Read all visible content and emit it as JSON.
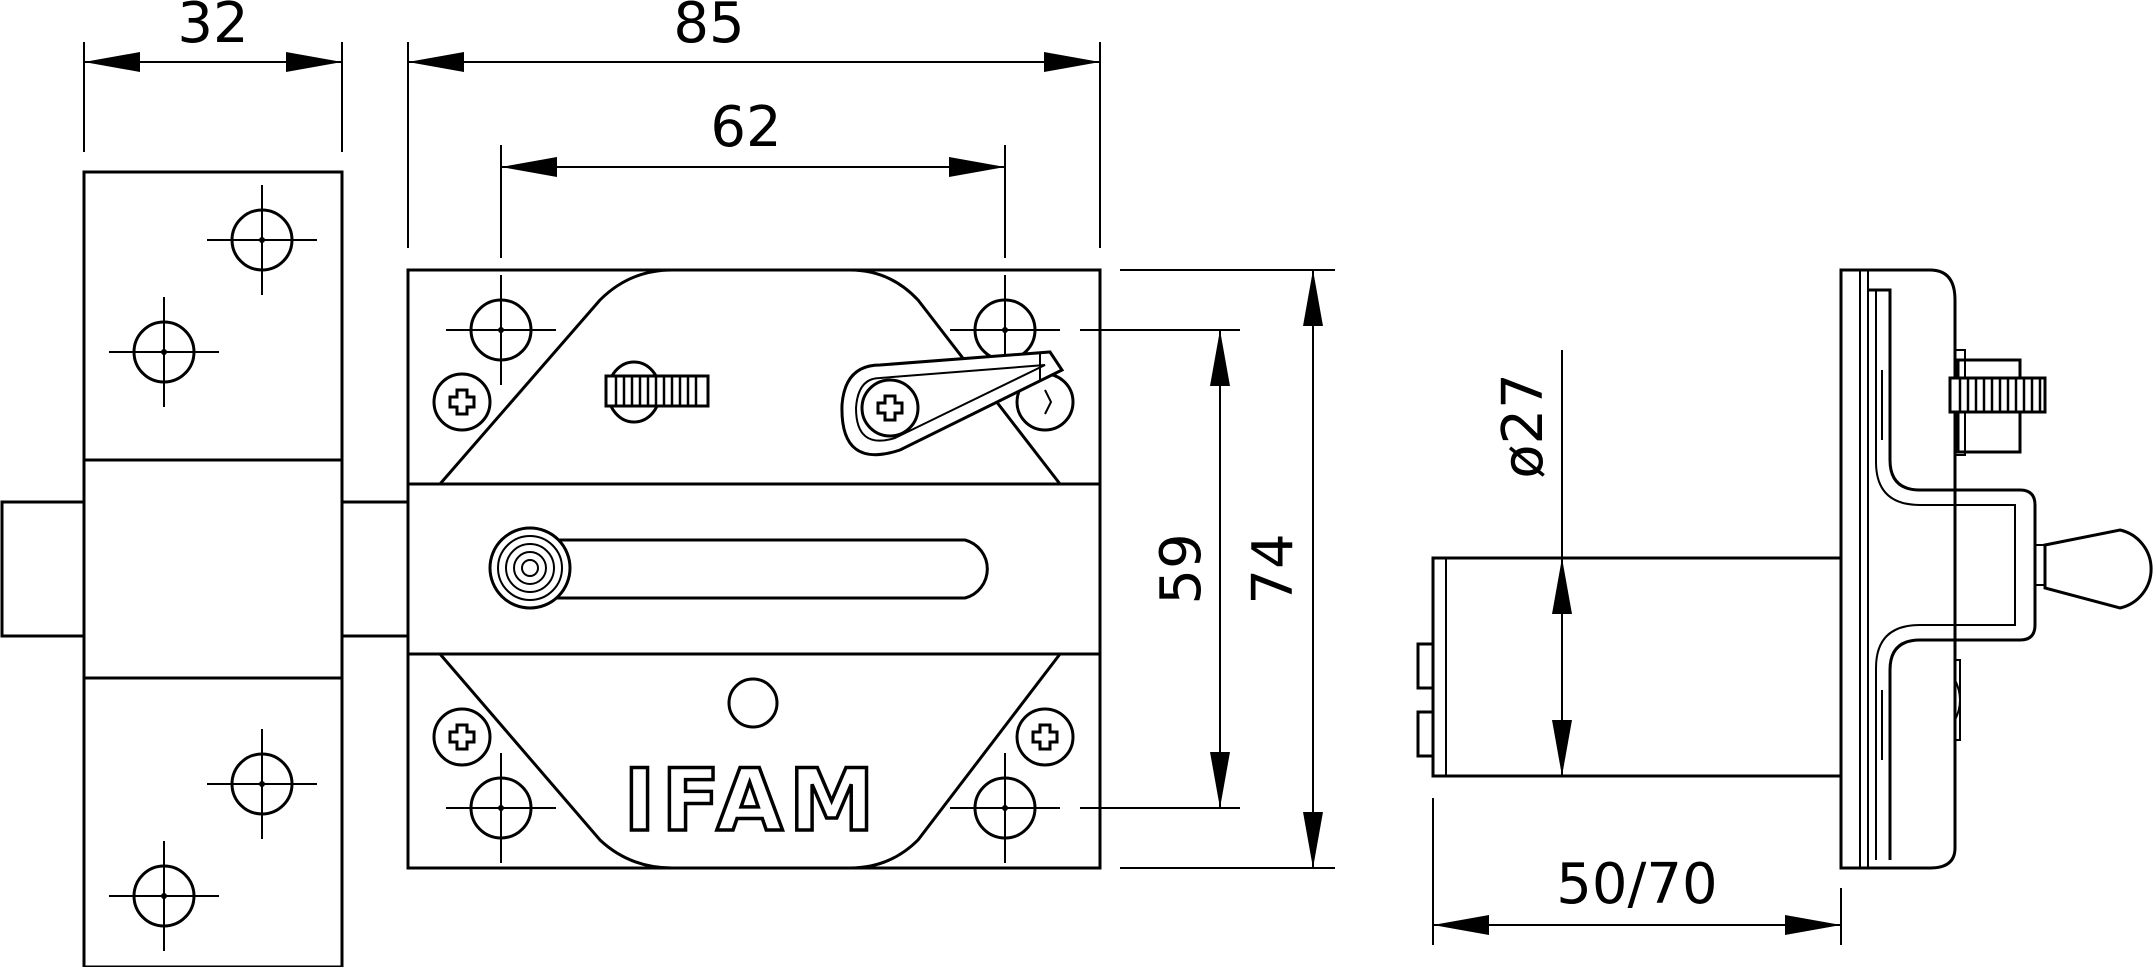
{
  "dimensions": {
    "body_width": "32",
    "total_length": "85",
    "hole_spacing_horizontal": "62",
    "hole_spacing_vertical": "59",
    "total_height": "74",
    "cylinder_diameter": "ø27",
    "cylinder_length": "50/70"
  },
  "brand": "IFAM",
  "colors": {
    "line": "#000000",
    "background": "#ffffff"
  }
}
